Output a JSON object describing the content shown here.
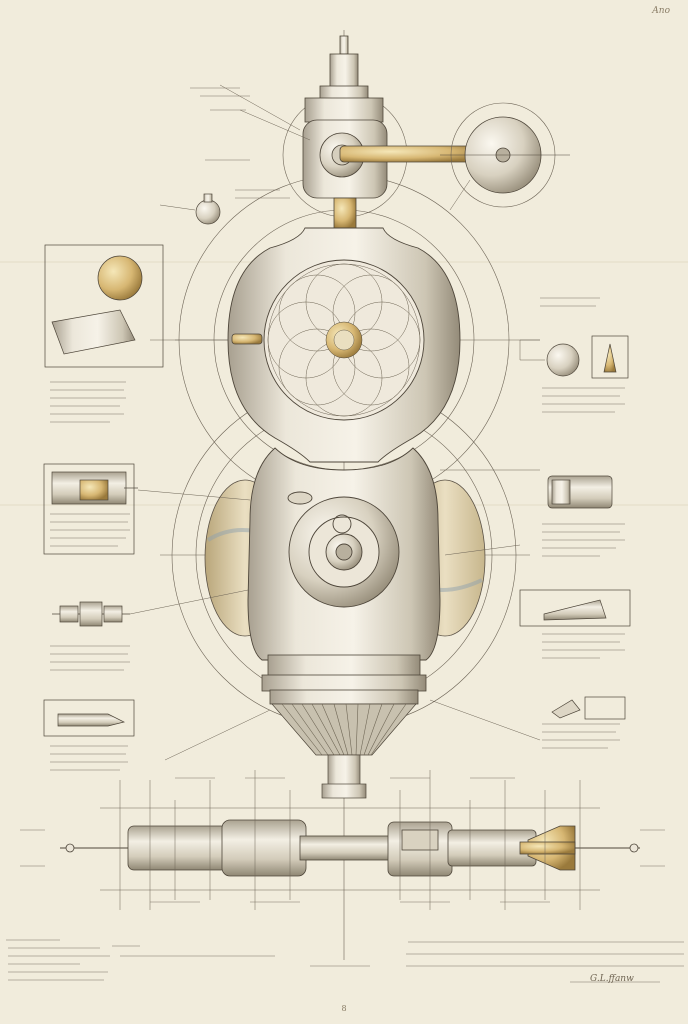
{
  "sheet": {
    "corner_mark": "Ano",
    "page_number": "8",
    "signature": "G.L.ffanw"
  },
  "colors": {
    "paper": "#f1ecdc",
    "ink": "#3b342a",
    "line": "#5b5246",
    "metal_light": "#e9e4d6",
    "metal_mid": "#cfc8b6",
    "metal_dark": "#9c9483",
    "brass": "#c9a865",
    "blue_tint": "#b9c2c6",
    "sand": "#d8c8a0"
  }
}
